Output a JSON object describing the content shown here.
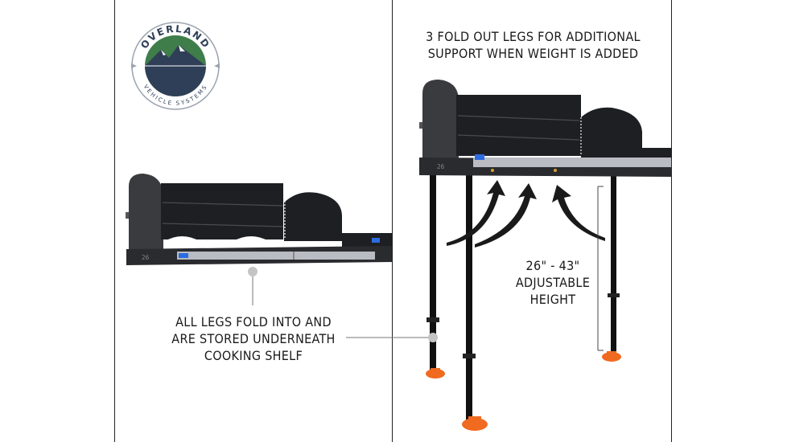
{
  "logo": {
    "brand_top": "OVERLAND",
    "brand_bottom": "VEHICLE SYSTEMS"
  },
  "left_panel": {
    "caption_lines": [
      "ALL LEGS FOLD INTO AND",
      "ARE STORED UNDERNEATH",
      "COOKING SHELF"
    ],
    "product_stamp": "26"
  },
  "right_panel": {
    "caption_lines": [
      "3 FOLD OUT LEGS FOR ADDITIONAL",
      "SUPPORT WHEN WEIGHT IS ADDED"
    ],
    "height_lines": [
      "26\" - 43\"",
      "ADJUSTABLE",
      "HEIGHT"
    ],
    "product_stamp": "26"
  },
  "colors": {
    "shelf": "#1e1f23",
    "shelf_side": "#3a3b3e",
    "rail": "#b9bcc2",
    "foot": "#f06a1f",
    "logo_green": "#3f7d4a",
    "logo_navy": "#2f3f57"
  }
}
